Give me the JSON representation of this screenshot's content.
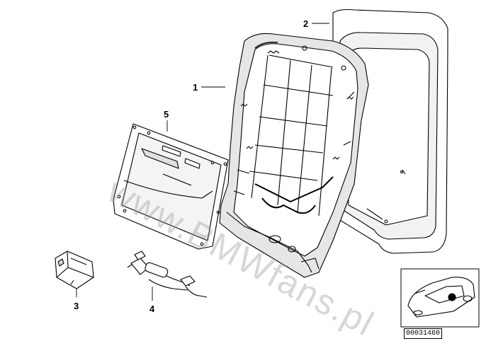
{
  "diagram": {
    "callouts": [
      {
        "id": "1",
        "label": "1"
      },
      {
        "id": "2",
        "label": "2"
      },
      {
        "id": "3",
        "label": "3"
      },
      {
        "id": "4",
        "label": "4"
      },
      {
        "id": "5",
        "label": "5"
      }
    ],
    "watermark_text": "www.BMWfans.pl",
    "reference_code": "00031460",
    "colors": {
      "line": "#000000",
      "shade": "#d8d8d8",
      "watermark": "#969696"
    }
  }
}
